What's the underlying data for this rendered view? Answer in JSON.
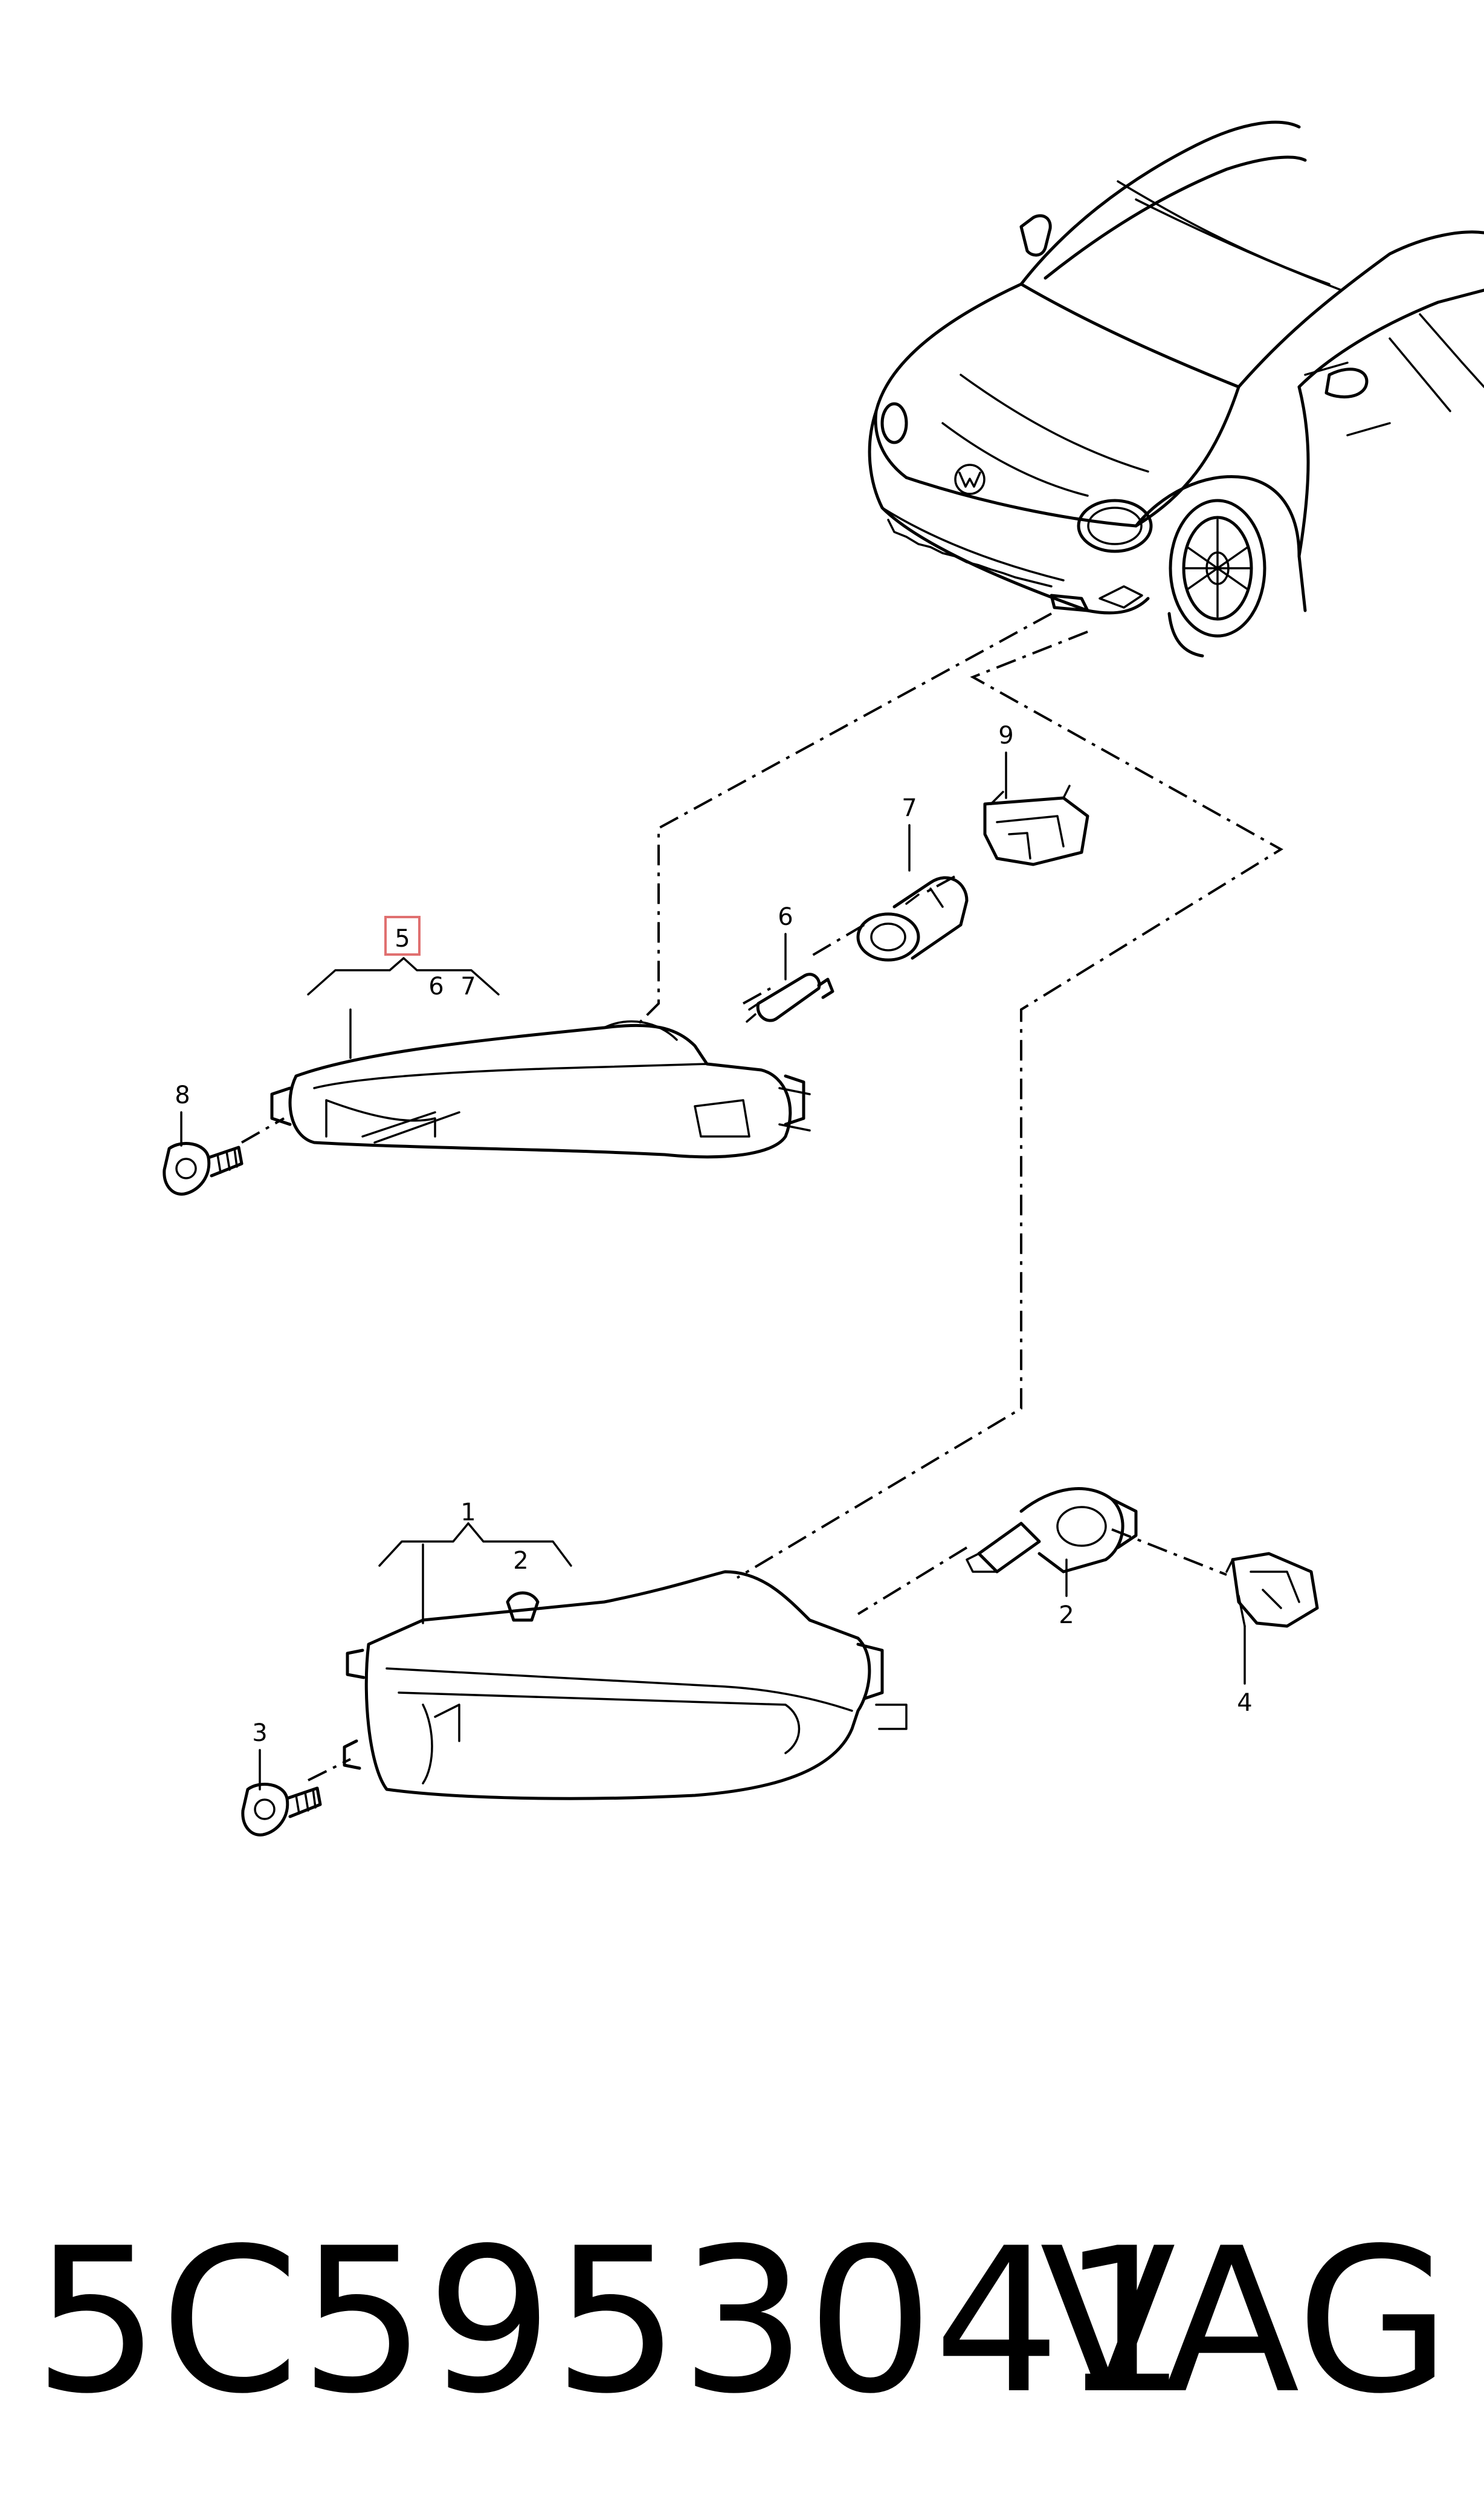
{
  "footer": {
    "part_number": "5C5953041",
    "brand": "VAG"
  },
  "callouts": {
    "c1": "1",
    "c2_group": "2",
    "c2_bulb": "2",
    "c3": "3",
    "c4": "4",
    "c5": "5",
    "c6_group": "6",
    "c6_bulb": "6",
    "c7_group": "7",
    "c7_socket": "7",
    "c8": "8",
    "c9": "9"
  },
  "colors": {
    "line": "#000000",
    "highlight": "#e07070",
    "background": "#ffffff"
  }
}
